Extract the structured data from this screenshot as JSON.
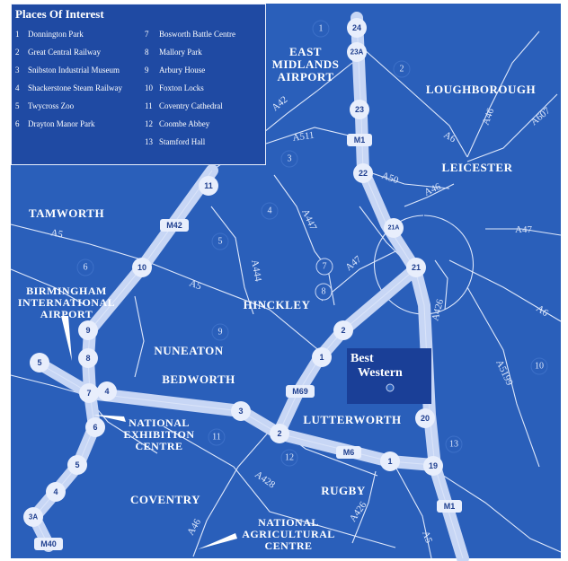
{
  "legend": {
    "title": "Places Of Interest",
    "items": [
      {
        "num": "1",
        "name": "Donnington Park"
      },
      {
        "num": "2",
        "name": "Great Central Railway"
      },
      {
        "num": "3",
        "name": "Snibston Industrial Museum"
      },
      {
        "num": "4",
        "name": "Shackerstone Steam Railway"
      },
      {
        "num": "5",
        "name": "Twycross Zoo"
      },
      {
        "num": "6",
        "name": "Drayton Manor Park"
      },
      {
        "num": "7",
        "name": "Bosworth Battle Centre"
      },
      {
        "num": "8",
        "name": "Mallory Park"
      },
      {
        "num": "9",
        "name": "Arbury House"
      },
      {
        "num": "10",
        "name": "Foxton Locks"
      },
      {
        "num": "11",
        "name": "Coventry Cathedral"
      },
      {
        "num": "12",
        "name": "Coombe Abbey"
      },
      {
        "num": "13",
        "name": "Stamford Hall"
      }
    ]
  },
  "places": {
    "east_midlands_airport": [
      "EAST",
      "MIDLANDS",
      "AIRPORT"
    ],
    "loughborough": "LOUGHBOROUGH",
    "leicester": "LEICESTER",
    "tamworth": "TAMWORTH",
    "hinckley": "HINCKLEY",
    "nuneaton": "NUNEATON",
    "bedworth": "BEDWORTH",
    "lutterworth": "LUTTERWORTH",
    "coventry": "COVENTRY",
    "rugby": "RUGBY",
    "birmingham_airport": [
      "BIRMINGHAM",
      "INTERNATIONAL",
      "AIRPORT"
    ],
    "nec": [
      "NATIONAL",
      "EXHIBITION",
      "CENTRE"
    ],
    "nac": [
      "NATIONAL",
      "AGRICULTURAL",
      "CENTRE"
    ],
    "best_western": [
      "Best",
      "Western"
    ]
  },
  "roads": {
    "A42": "A42",
    "A511": "A511",
    "A6_north": "A6",
    "A46_north": "A46",
    "A607": "A607",
    "A50": "A50",
    "A46_mid": "A46",
    "A47_east": "A47",
    "A447": "A447",
    "A5_west": "A5",
    "A5_mid": "A5",
    "A444": "A444",
    "A47_mid": "A47",
    "A426_east": "A426",
    "A6_east": "A6",
    "A5199": "A5199",
    "A428": "A428",
    "A426_south": "A426",
    "A46_south": "A46",
    "A5_south": "A5"
  },
  "motorways": {
    "M1_north": "M1",
    "M42": "M42",
    "M69": "M69",
    "M6": "M6",
    "M1_south": "M1",
    "M40": "M40"
  },
  "junctions": {
    "m1_24": "24",
    "m1_23a": "23A",
    "m1_23": "23",
    "m1_22": "22",
    "m1_21a": "21A",
    "m1_21": "21",
    "m1_20": "20",
    "m1_19": "19",
    "m42_11": "11",
    "m42_10": "10",
    "m42_9": "9",
    "m42_8": "8",
    "m42_7": "7",
    "m42_6": "6",
    "m42_5": "5",
    "m42_4": "4",
    "m42_3a": "3A",
    "m42_west5": "5",
    "m6_4": "4",
    "m6_3": "3",
    "m6_2": "2",
    "m6_1": "1",
    "m69_1": "1",
    "m69_2": "2"
  },
  "poi_markers": {
    "p1": "1",
    "p2": "2",
    "p3": "3",
    "p4": "4",
    "p5": "5",
    "p6": "6",
    "p7": "7",
    "p8": "8",
    "p9": "9",
    "p10": "10",
    "p11": "11",
    "p12": "12",
    "p13": "13"
  },
  "colors": {
    "sea": "#2a5fba",
    "road": "#dfe8fb",
    "motorway": "#c7d6f5",
    "text": "#ffffff",
    "legend_bg": "#1f4aa3",
    "hotel_box": "#1a3f97"
  }
}
